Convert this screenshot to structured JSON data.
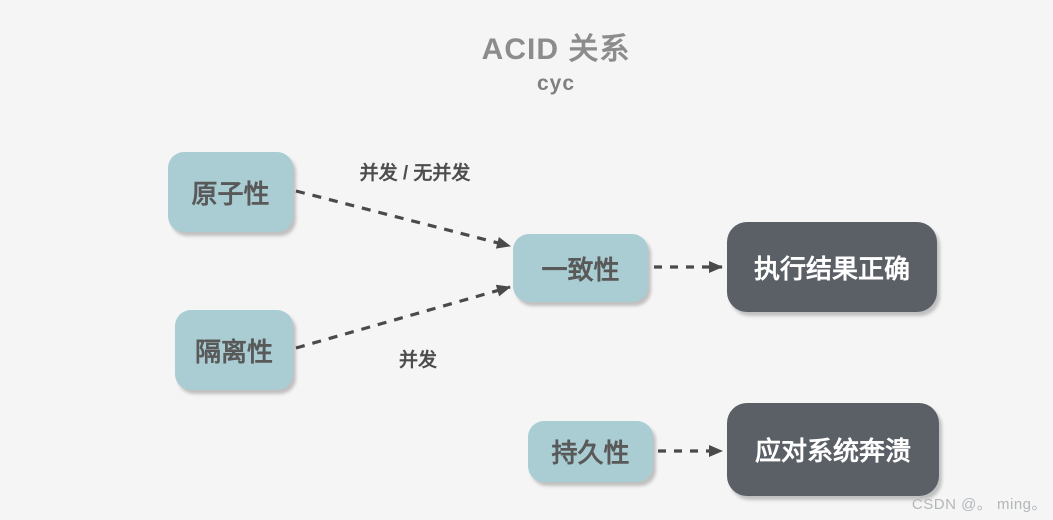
{
  "title": "ACID 关系",
  "subtitle": "cyc",
  "watermark": "CSDN @。 ming。",
  "colors": {
    "background": "#f5f5f5",
    "teal_node": "#a9cdd3",
    "dark_node": "#5b5f66",
    "teal_node_text": "#595959",
    "dark_node_text": "#ffffff",
    "arrow": "#4a4a4a",
    "title_text": "#8c8c8c",
    "edge_label_text": "#4d4d4d",
    "watermark_text": "#b3b7ba"
  },
  "nodes": [
    {
      "id": "atomicity",
      "label": "原子性",
      "style": "teal"
    },
    {
      "id": "isolation",
      "label": "隔离性",
      "style": "teal"
    },
    {
      "id": "consistency",
      "label": "一致性",
      "style": "teal"
    },
    {
      "id": "durability",
      "label": "持久性",
      "style": "teal"
    },
    {
      "id": "execution-result-correct",
      "label": "执行结果正确",
      "style": "dark"
    },
    {
      "id": "survive-system-crash",
      "label": "应对系统奔溃",
      "style": "dark"
    }
  ],
  "edges": [
    {
      "from": "原子性",
      "to": "一致性",
      "label": "并发 / 无并发",
      "style": "dashed-arrow"
    },
    {
      "from": "隔离性",
      "to": "一致性",
      "label": "并发",
      "style": "dashed-arrow"
    },
    {
      "from": "一致性",
      "to": "执行结果正确",
      "label": "",
      "style": "dashed-arrow"
    },
    {
      "from": "持久性",
      "to": "应对系统奔溃",
      "label": "",
      "style": "dashed-arrow"
    }
  ]
}
